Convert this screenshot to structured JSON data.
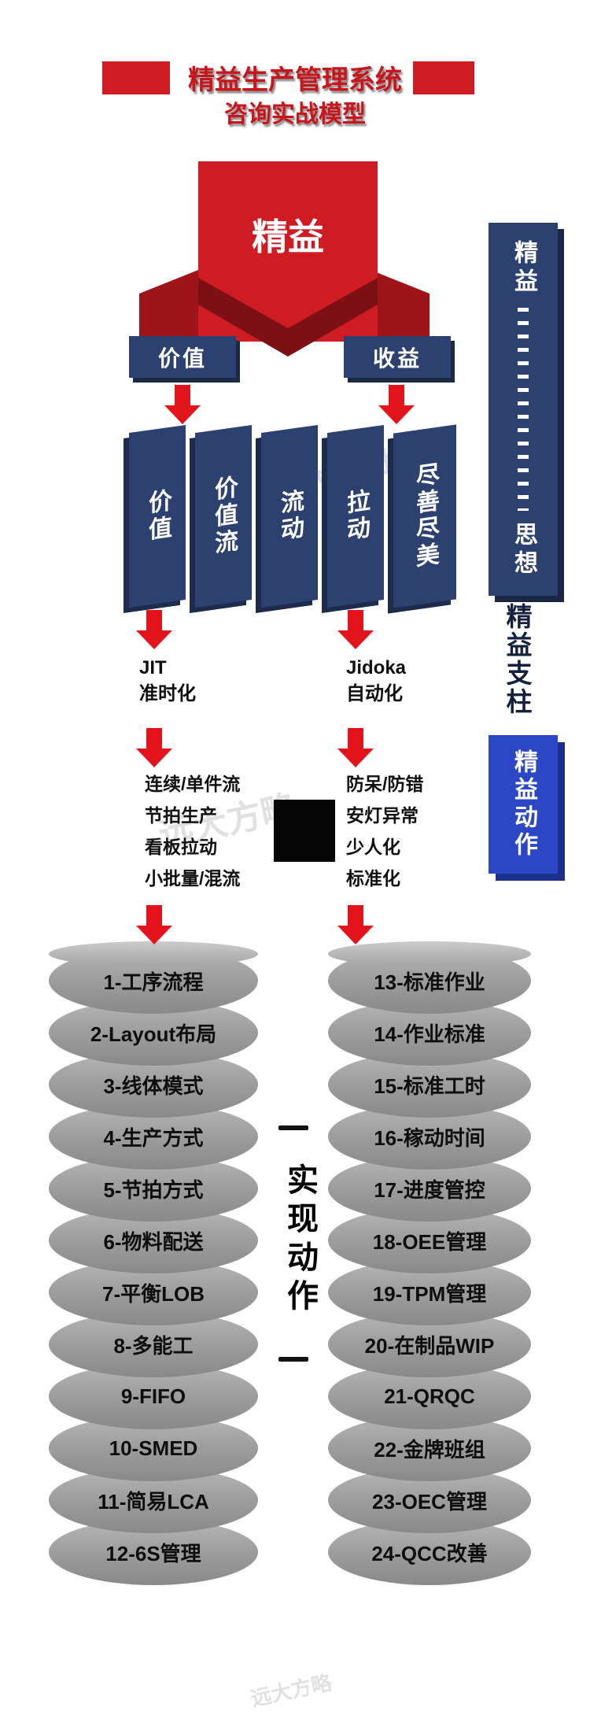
{
  "title": {
    "line1": "精益生产管理系统",
    "line2": "咨询实战模型"
  },
  "banner": {
    "label": "精益"
  },
  "principle_boxes": {
    "left": "价值",
    "right": "收益"
  },
  "pillars": [
    "价值",
    "价值流",
    "流动",
    "拉动",
    "尽善尽美"
  ],
  "right_rail": {
    "thought_top": "精益",
    "thought_bottom": "思想",
    "pillar_label": "精益支柱",
    "action_label": "精益动作"
  },
  "methods": {
    "left": {
      "title": "JIT",
      "subtitle": "准时化"
    },
    "right": {
      "title": "Jidoka",
      "subtitle": "自动化"
    }
  },
  "practices": {
    "left": [
      "连续/单件流",
      "节拍生产",
      "看板拉动",
      "小批量/混流"
    ],
    "right": [
      "防呆/防错",
      "安灯异常",
      "少人化",
      "标准化"
    ]
  },
  "implement_label": "实现动作",
  "stacks": {
    "left": [
      "1-工序流程",
      "2-Layout布局",
      "3-线体模式",
      "4-生产方式",
      "5-节拍方式",
      "6-物料配送",
      "7-平衡LOB",
      "8-多能工",
      "9-FIFO",
      "10-SMED",
      "11-简易LCA",
      "12-6S管理"
    ],
    "right": [
      "13-标准作业",
      "14-作业标准",
      "15-标准工时",
      "16-稼动时间",
      "17-进度管控",
      "18-OEE管理",
      "19-TPM管理",
      "20-在制品WIP",
      "21-QRQC",
      "22-金牌班组",
      "23-OEC管理",
      "24-QCC改善"
    ]
  },
  "watermark": "远大方略",
  "colors": {
    "red": "#cf1b22",
    "bright_red": "#e2131b",
    "dark_red": "#7c1014",
    "wing_red": "#9e1419",
    "navy": "#2d4170",
    "navy_shadow": "#1b2947",
    "dark_navy_text": "#14213c",
    "bright_blue": "#2c47c5",
    "blue_shadow": "#1c2f8a",
    "disk_gray": "#9d9d9d",
    "black": "#060606"
  }
}
